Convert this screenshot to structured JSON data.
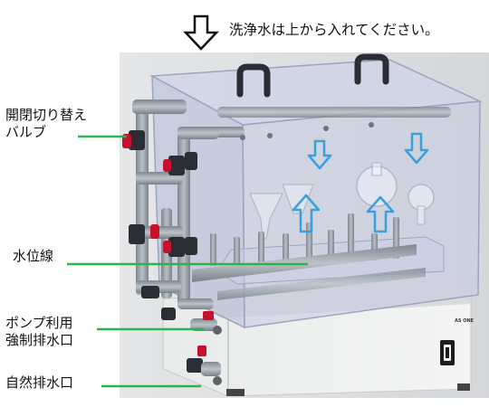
{
  "caption": "洗浄水は上から入れてください。",
  "callouts": {
    "valve_line1": "開閉切り替え",
    "valve_line2": "バルブ",
    "water_line": "水位線",
    "pump_drain_line1": "ポンプ利用",
    "pump_drain_line2": "強制排水口",
    "natural_drain": "自然排水口"
  },
  "brand_mark": "AS ONE",
  "colors": {
    "callout_line": "#2db34a",
    "flow_arrow": "#3aa0dc",
    "valve_handle": "#c8102e",
    "pipe": "#9aa2a8",
    "base": "#eef0ef"
  },
  "icons": [
    "down-outline-arrow-icon",
    "flow-down-arrow-icon",
    "flow-up-arrow-icon"
  ]
}
